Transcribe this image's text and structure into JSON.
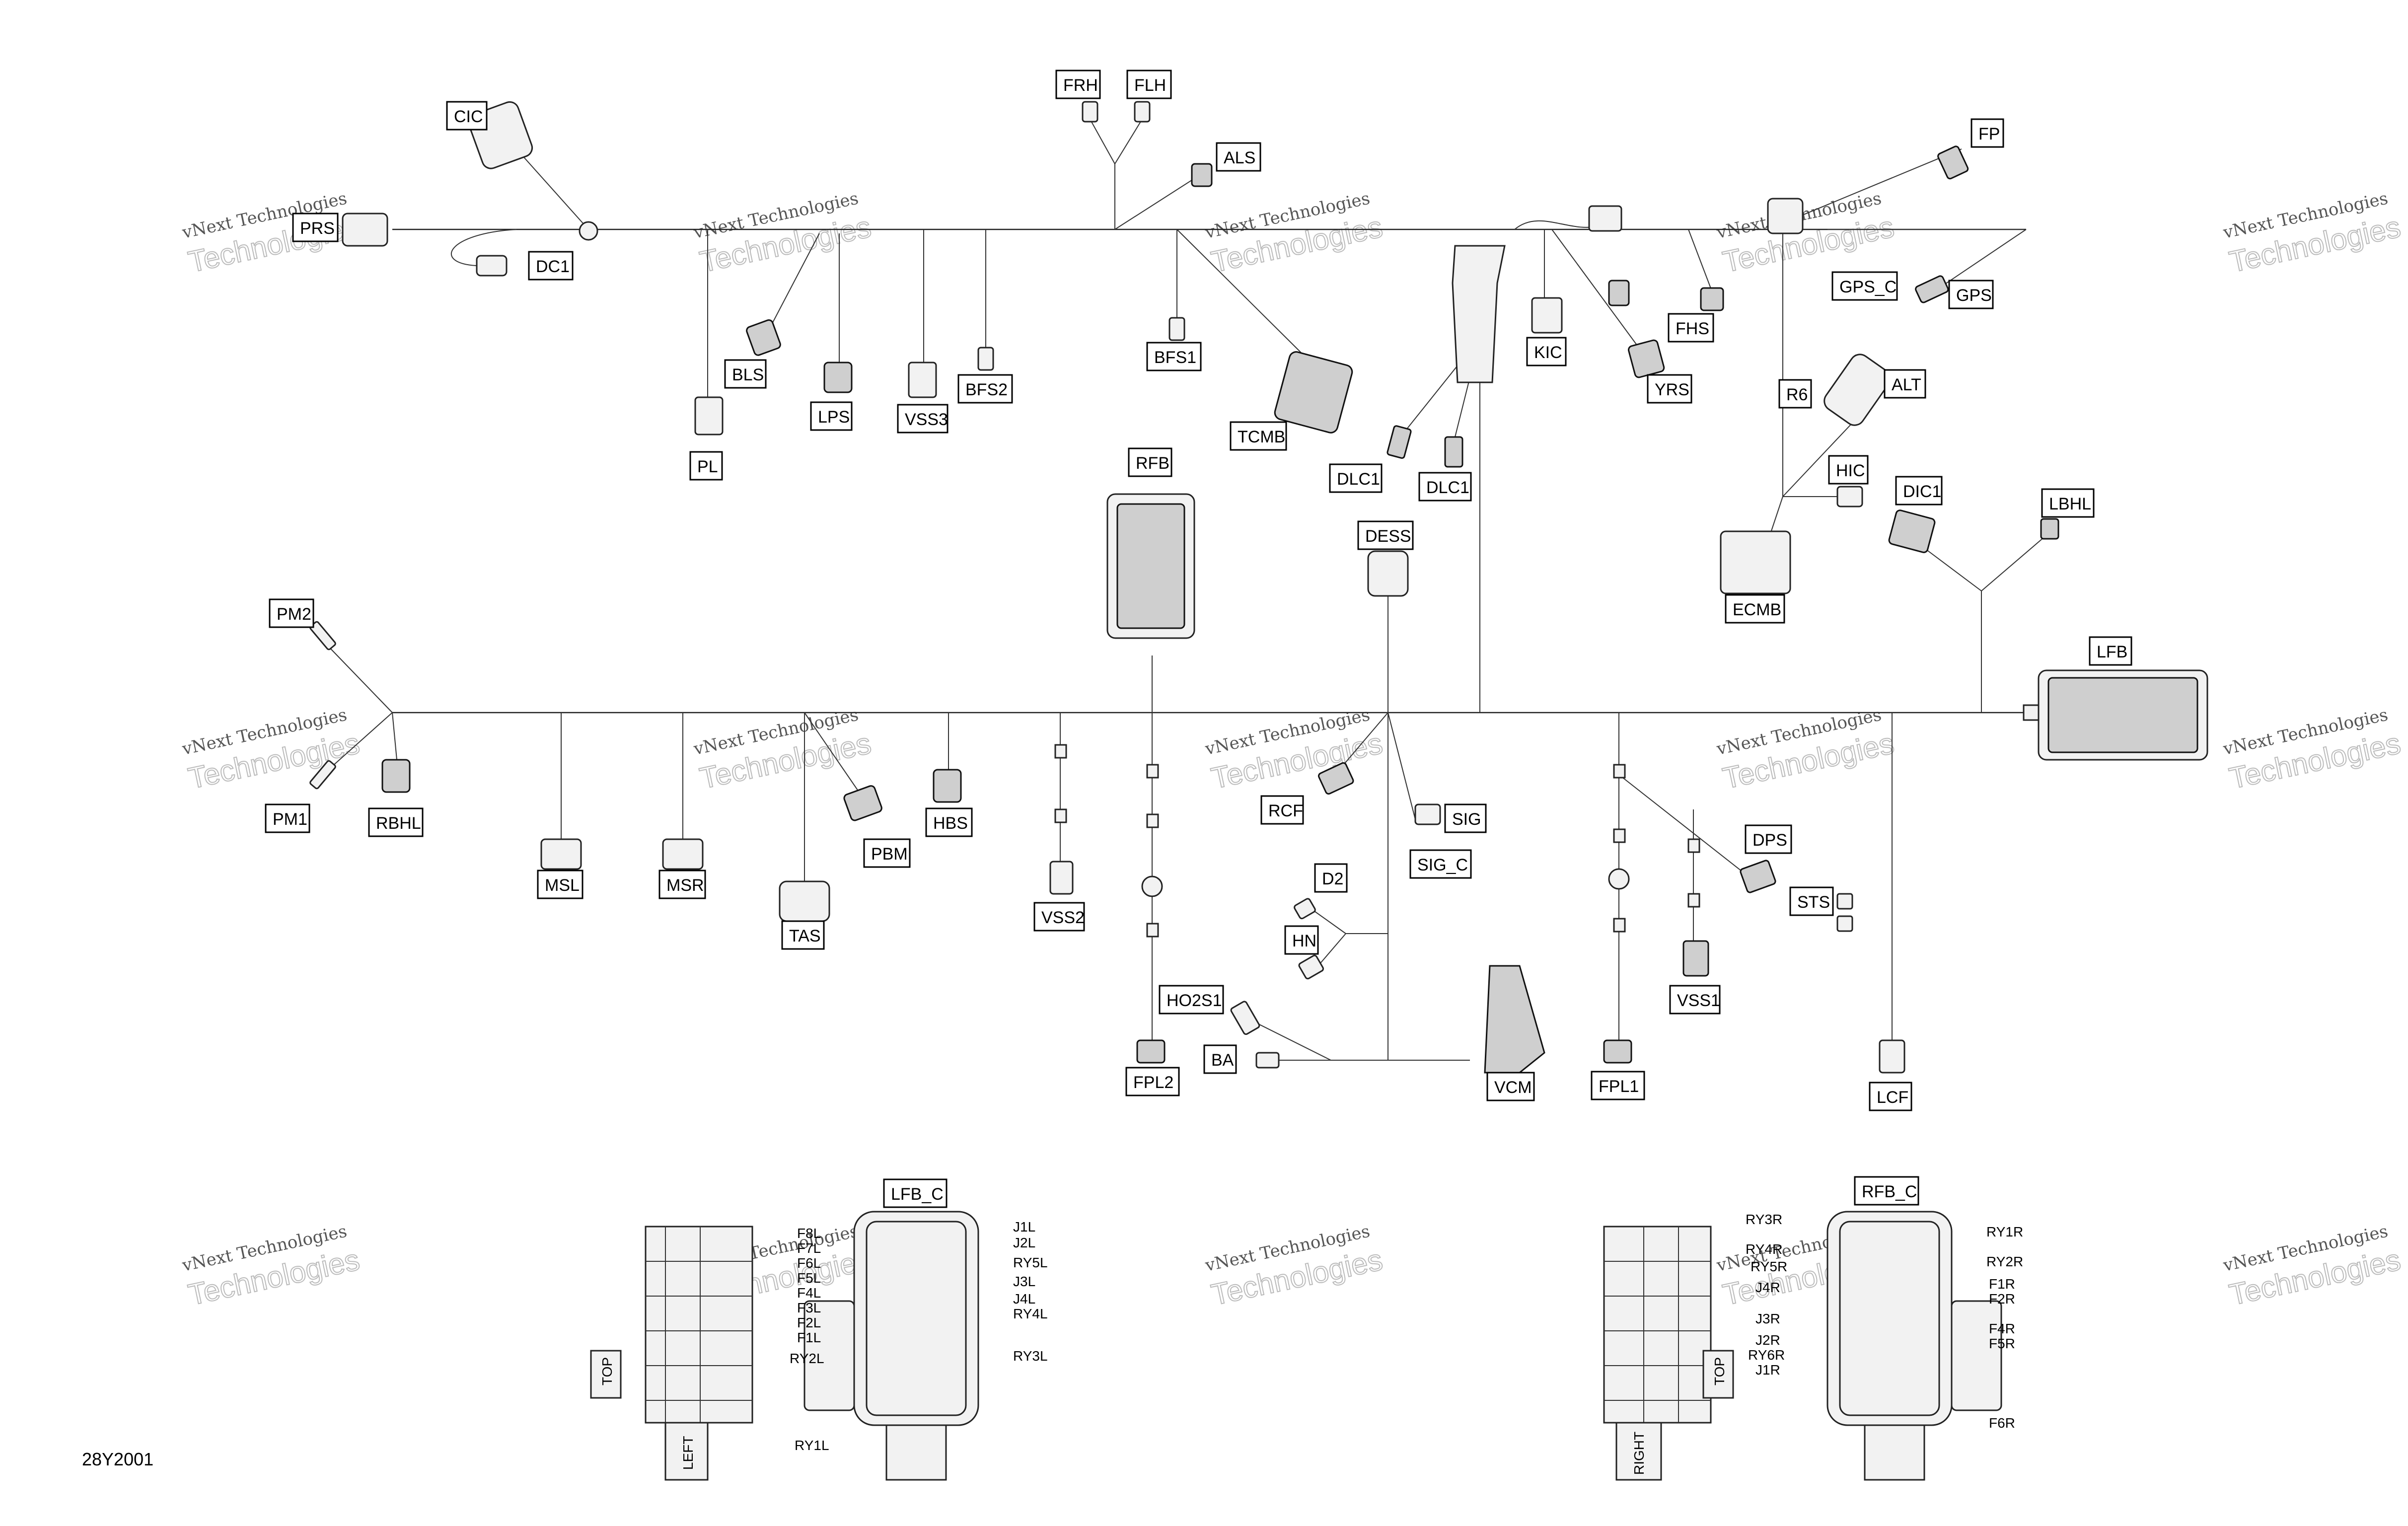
{
  "diagram_code": "28Y2001",
  "watermark": {
    "line1": "vNext Technologies",
    "line2": "Technologies"
  },
  "labels": {
    "FRH": "FRH",
    "FLH": "FLH",
    "ALS": "ALS",
    "CIC": "CIC",
    "PRS": "PRS",
    "DC1": "DC1",
    "BLS": "BLS",
    "LPS": "LPS",
    "VSS3": "VSS3",
    "BFS2": "BFS2",
    "PL": "PL",
    "BFS1": "BFS1",
    "TCMB": "TCMB",
    "DLC1a": "DLC1",
    "DLC1b": "DLC1",
    "KIC": "KIC",
    "YRS": "YRS",
    "FHS": "FHS",
    "FP": "FP",
    "GPS_C": "GPS_C",
    "GPS": "GPS",
    "R6": "R6",
    "ALT": "ALT",
    "HIC": "HIC",
    "DIC1": "DIC1",
    "LBHL": "LBHL",
    "ECMB": "ECMB",
    "RFB": "RFB",
    "DESS": "DESS",
    "LFB": "LFB",
    "PM2": "PM2",
    "PM1": "PM1",
    "RBHL": "RBHL",
    "MSL": "MSL",
    "MSR": "MSR",
    "TAS": "TAS",
    "PBM": "PBM",
    "HBS": "HBS",
    "VSS2": "VSS2",
    "RCF": "RCF",
    "SIG": "SIG",
    "SIG_C": "SIG_C",
    "D2": "D2",
    "HN": "HN",
    "HO2S1": "HO2S1",
    "BA": "BA",
    "FPL2": "FPL2",
    "VCM": "VCM",
    "FPL1": "FPL1",
    "VSS1": "VSS1",
    "DPS": "DPS",
    "STS": "STS",
    "LCF": "LCF",
    "LFB_C": "LFB_C",
    "RFB_C": "RFB_C"
  },
  "left_fuse_box": {
    "side_label": "LEFT",
    "top_label": "TOP",
    "pins_left": [
      "F8L",
      "F7L",
      "F6L",
      "F5L",
      "F4L",
      "F3L",
      "F2L",
      "F1L",
      "RY2L",
      "RY1L"
    ],
    "pins_right": [
      "J1L",
      "J2L",
      "RY5L",
      "J3L",
      "J4L",
      "RY4L",
      "RY3L"
    ]
  },
  "right_fuse_box": {
    "side_label": "RIGHT",
    "top_label": "TOP",
    "pins_left": [
      "RY3R",
      "RY4R",
      "RY5R",
      "J4R",
      "J3R",
      "J2R",
      "RY6R",
      "J1R"
    ],
    "pins_right": [
      "RY1R",
      "RY2R",
      "F1R",
      "F2R",
      "F4R",
      "F5R",
      "F6R"
    ]
  }
}
